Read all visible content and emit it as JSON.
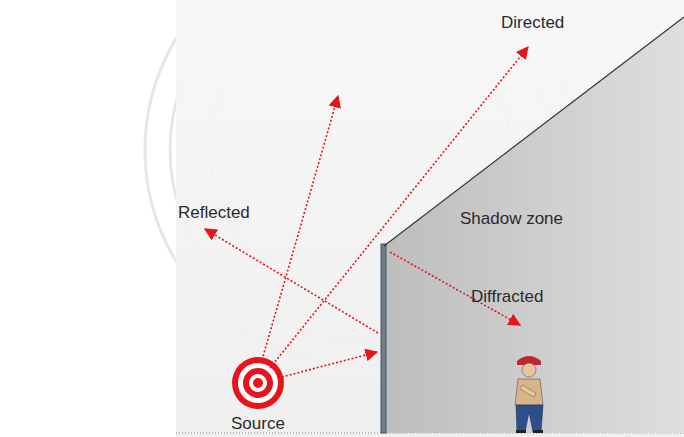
{
  "diagram": {
    "nodes": [
      {
        "text": [
          "Source"
        ]
      },
      {
        "text": [
          "Shadow zone"
        ]
      }
    ],
    "labels": [
      "Directed",
      "Reflected",
      "Diffracted"
    ]
  }
}
